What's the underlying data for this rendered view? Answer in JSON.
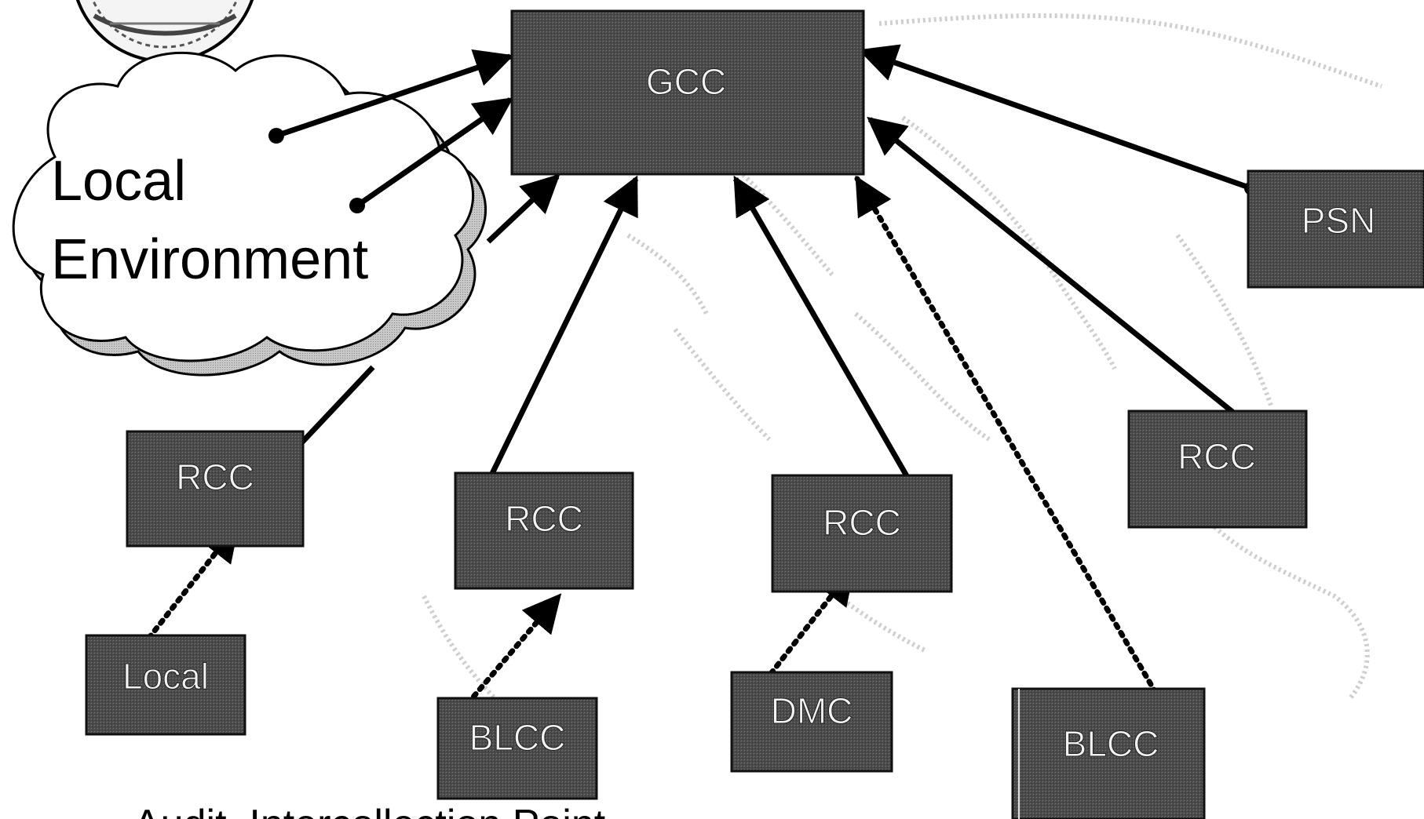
{
  "diagram": {
    "cloud_label_line1": "Local",
    "cloud_label_line2": "Environment",
    "caption": "Audit, Intercollection Point",
    "nodes": {
      "gcc": "GCC",
      "psn": "PSN",
      "rcc_left": "RCC",
      "rcc_center_left": "RCC",
      "rcc_center_right": "RCC",
      "rcc_right": "RCC",
      "local": "Local",
      "blcc_left": "BLCC",
      "dmc": "DMC",
      "blcc_right": "BLCC"
    },
    "colors": {
      "box_fill": "#4a4a4a",
      "line": "#000000",
      "cloud_fill": "#ffffff",
      "cloud_shadow": "#b5b5b5",
      "map": "#cfcfcf"
    },
    "icons": [
      "seal-logo-icon",
      "world-map-icon"
    ]
  }
}
